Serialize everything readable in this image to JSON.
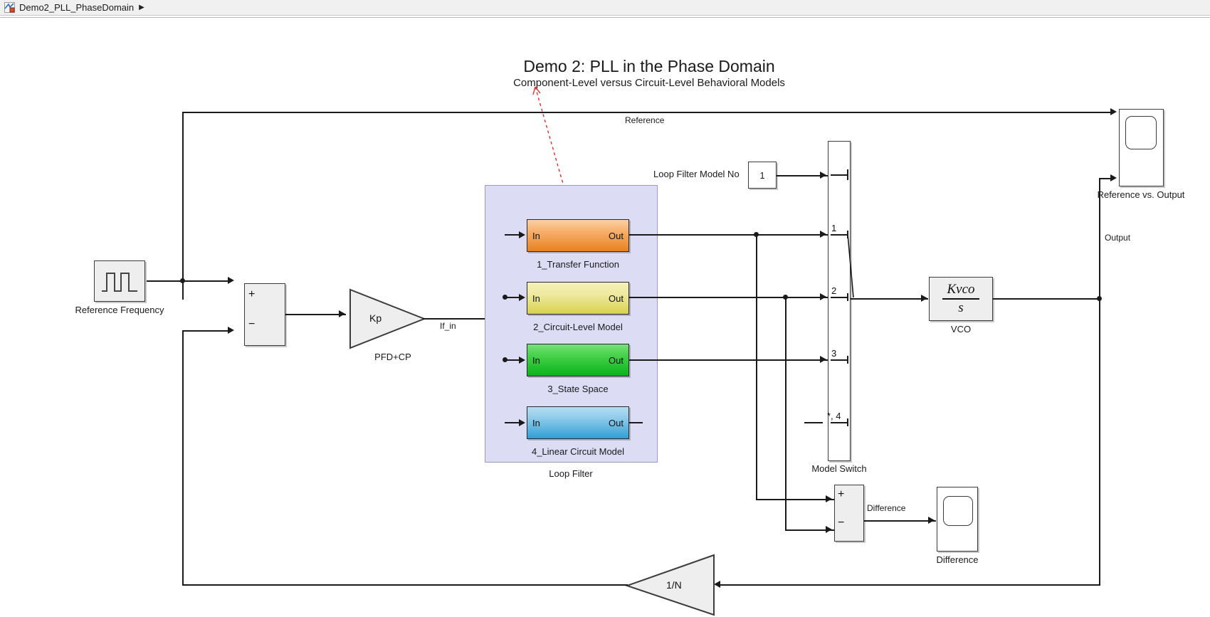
{
  "window": {
    "breadcrumb_label": "Demo2_PLL_PhaseDomain",
    "breadcrumb_arrow": "▶",
    "breadcrumb_icon": "simulink-model-icon"
  },
  "diagram": {
    "title": "Demo 2: PLL in the Phase Domain",
    "subtitle": "Component-Level versus Circuit-Level Behavioral Models",
    "colors": {
      "block_fill": "#eeeeee",
      "block_border": "#3c3c3c",
      "wire": "#1a1a1a",
      "subsystem_bg": "#dcdcf5",
      "subsystem_border": "#9a9ac0",
      "annotation": "#e03030",
      "orange": "#e8821e",
      "yellow": "#d8d04e",
      "green": "#0bb31a",
      "blue": "#2f9fd6"
    },
    "source": {
      "name": "Reference Frequency",
      "icon": "pulse-generator-icon"
    },
    "sum_phase_detector": {
      "plus": "+",
      "minus": "−"
    },
    "gain_kp": {
      "value": "Kp",
      "name": "PFD+CP",
      "output_signal": "If_in"
    },
    "loop_filter": {
      "name": "Loop Filter",
      "blocks": [
        {
          "in": "In",
          "out": "Out",
          "label": "1_Transfer Function",
          "color": "orange"
        },
        {
          "in": "In",
          "out": "Out",
          "label": "2_Circuit-Level Model",
          "color": "yellow"
        },
        {
          "in": "In",
          "out": "Out",
          "label": "3_State Space",
          "color": "green"
        },
        {
          "in": "In",
          "out": "Out",
          "label": "4_Linear Circuit Model",
          "color": "blue"
        }
      ]
    },
    "model_select": {
      "label": "Loop Filter Model No",
      "constant_value": "1"
    },
    "model_switch": {
      "name": "Model Switch",
      "ports": [
        "1",
        "2",
        "3",
        "*, 4"
      ]
    },
    "vco": {
      "numerator": "Kvco",
      "denominator": "s",
      "name": "VCO"
    },
    "feedback_divider": {
      "value": "1/N"
    },
    "sum_difference": {
      "plus": "+",
      "minus": "−",
      "output_signal": "Difference"
    },
    "scopes": [
      {
        "name": "Reference vs. Output",
        "inputs": 2
      },
      {
        "name": "Difference",
        "inputs": 1
      }
    ],
    "signal_labels": {
      "reference": "Reference",
      "output": "Output"
    }
  }
}
